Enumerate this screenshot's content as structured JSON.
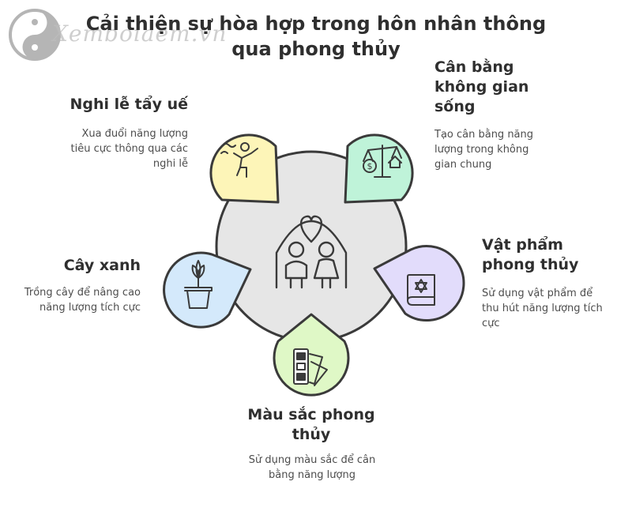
{
  "title": "Cải thiện sự hòa hợp trong hôn nhân thông qua phong thủy",
  "watermark": "Xemboiaem.vn",
  "colors": {
    "center": "#e6e6e6",
    "purify": "#fdf5b8",
    "balance": "#bff3d9",
    "items": "#e2dcfb",
    "colorsfs": "#dff8c6",
    "plants": "#d4e9fb",
    "stroke": "#3a3a3a"
  },
  "nodes": {
    "purify": {
      "label": "Nghi lễ tẩy uế",
      "desc": "Xua đuổi năng lượng tiêu cực thông qua các nghi lễ",
      "icon": "ritual-dancer-icon"
    },
    "balance": {
      "label": "Cân bằng không gian sống",
      "desc": "Tạo cân bằng năng lượng trong không gian chung",
      "icon": "scale-house-icon"
    },
    "items": {
      "label": "Vật phẩm phong thủy",
      "desc": "Sử dụng vật phẩm để thu hút năng lượng tích cực",
      "icon": "book-star-icon"
    },
    "colorsfs": {
      "label": "Màu sắc phong thủy",
      "desc": "Sử dụng màu sắc để cân bằng năng lượng",
      "icon": "color-swatch-icon"
    },
    "plants": {
      "label": "Cây xanh",
      "desc": "Trồng cây để nâng cao năng lượng tích cực",
      "icon": "potted-plant-icon"
    }
  },
  "center_icon": "couple-heart-icon"
}
